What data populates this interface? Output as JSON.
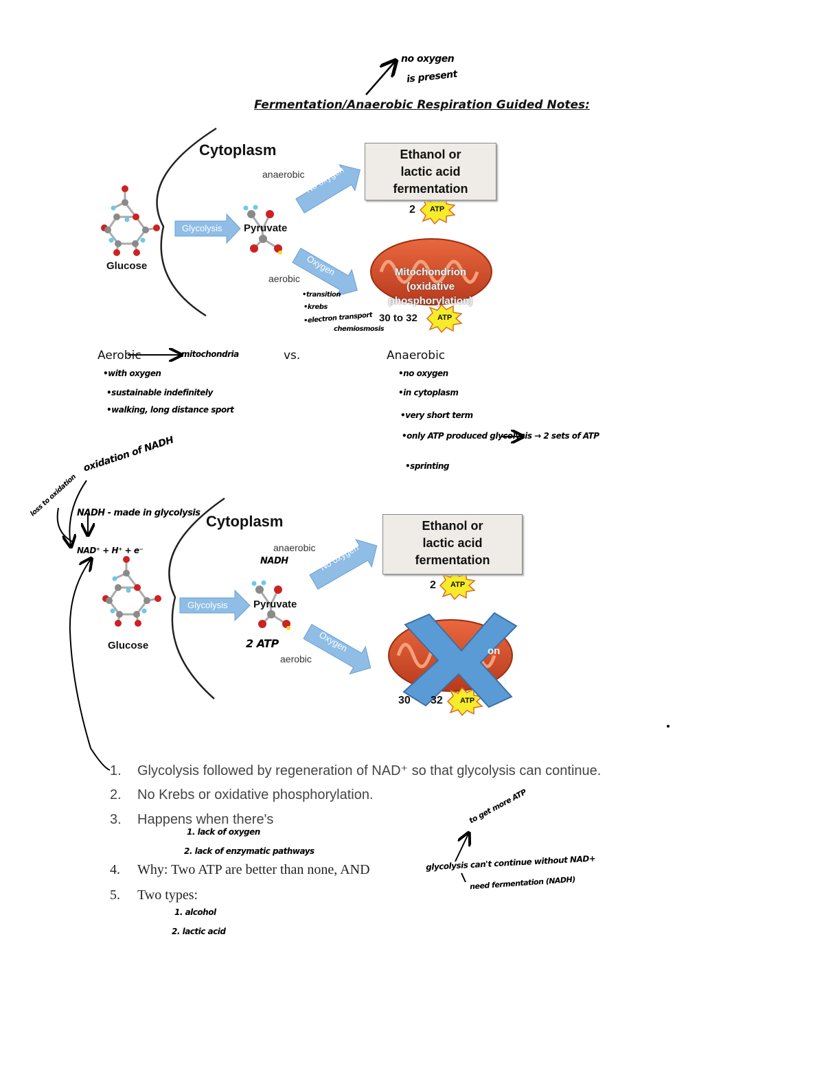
{
  "page": {
    "title": "Fermentation/Anaerobic Respiration Guided Notes:",
    "title_note": [
      "no oxygen",
      "is present"
    ]
  },
  "diagram1": {
    "cytoplasm": "Cytoplasm",
    "anaerobic": "anaerobic",
    "aerobic": "aerobic",
    "glycolysis": "Glycolysis",
    "pyruvate": "Pyruvate",
    "glucose": "Glucose",
    "no_oxygen": "No oxygen",
    "oxygen": "Oxygen",
    "ferment_box": [
      "Ethanol or",
      "lactic acid",
      "fermentation"
    ],
    "atp_low": "2",
    "atp_high": "30 to 32",
    "atp": "ATP",
    "mito_label": [
      "Mitochondrion",
      "(oxidative",
      "phosphorylation)"
    ],
    "aerobic_notes": [
      "•transition",
      "•krebs",
      "•electron transport",
      "chemiosmosis"
    ]
  },
  "comparison": {
    "aerobic": "Aerobic",
    "aerobic_note": "mitochondria",
    "vs": "vs.",
    "anaerobic": "Anaerobic",
    "aerobic_items": [
      "•with oxygen",
      "•sustainable indefinitely",
      "•walking, long distance sport"
    ],
    "anaerobic_items": [
      "•no oxygen",
      "•in cytoplasm",
      "•very short term",
      "•only ATP produced glycolysis → 2 sets of ATP",
      "•sprinting"
    ]
  },
  "nadh_notes": {
    "oxidation": "oxidation of NADH",
    "loss": "loss to oxidation",
    "nadh": "NADH - made in glycolysis",
    "nad": "NAD⁺ + H⁺ + e⁻"
  },
  "diagram2": {
    "cytoplasm": "Cytoplasm",
    "anaerobic": "anaerobic",
    "nadh": "NADH",
    "aerobic": "aerobic",
    "glycolysis": "Glycolysis",
    "pyruvate": "Pyruvate",
    "glucose": "Glucose",
    "two_atp": "2 ATP",
    "no_oxygen": "No oxygen",
    "oxygen": "Oxygen",
    "ferment_box": [
      "Ethanol or",
      "lactic acid",
      "fermentation"
    ],
    "atp_low": "2",
    "atp": "ATP",
    "atp_high_left": "30",
    "atp_high_right": "32",
    "mito_visible": "on",
    "mito_visible2": ")"
  },
  "list": {
    "items": [
      {
        "num": "1.",
        "text": "Glycolysis followed by regeneration of  NAD⁺ so that glycolysis can continue."
      },
      {
        "num": "2.",
        "text": "No Krebs or oxidative phosphorylation."
      },
      {
        "num": "3.",
        "text": "Happens when there's"
      },
      {
        "num": "4.",
        "text": "Why: Two ATP are better than none, AND"
      },
      {
        "num": "5.",
        "text": "Two types:"
      }
    ],
    "item3_notes": [
      "1. lack of oxygen",
      "2. lack of enzymatic pathways"
    ],
    "item4_notes": [
      "glycolysis can't continue without NAD+",
      "to get more ATP",
      "need fermentation (NADH)"
    ],
    "item5_notes": [
      "1. alcohol",
      "2. lactic acid"
    ]
  },
  "colors": {
    "arrow_blue": "#8fbde6",
    "mito": "#d9512c",
    "x_blue": "#5b9bd5",
    "atp_yellow": "#f7ec2a"
  }
}
